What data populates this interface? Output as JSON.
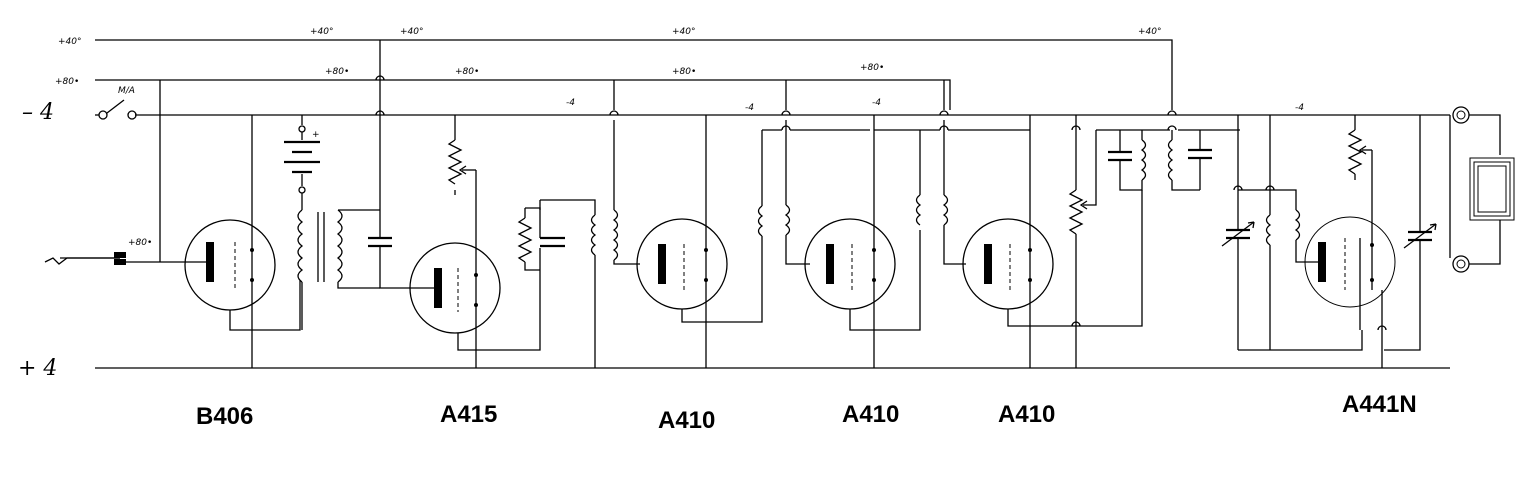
{
  "rails": {
    "plus_40_label": "+40°",
    "plus_80_label": "+80•",
    "minus_4_small_label": "-4",
    "minus_4_big_label": "– 4",
    "plus_4_big_label": "+ 4",
    "switch_label": "M/A",
    "battery_plus": "+"
  },
  "tubes": [
    {
      "label": "B406"
    },
    {
      "label": "A415"
    },
    {
      "label": "A410"
    },
    {
      "label": "A410"
    },
    {
      "label": "A410"
    },
    {
      "label": "A441N"
    }
  ]
}
